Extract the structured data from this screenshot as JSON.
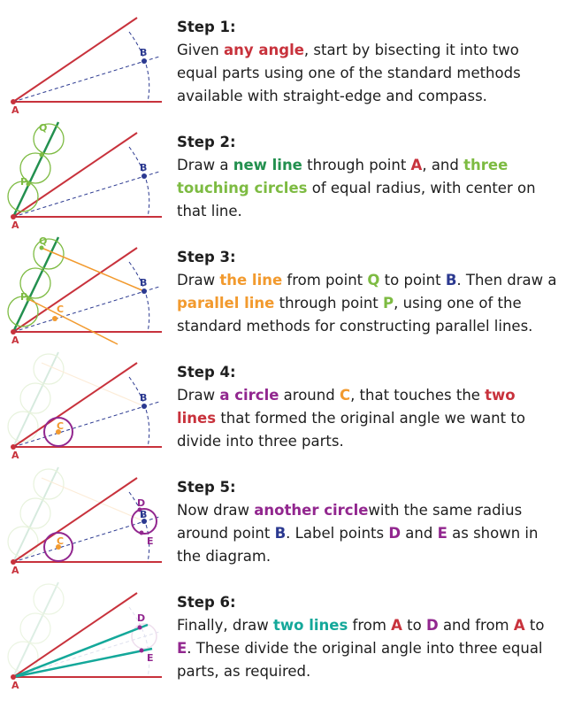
{
  "steps": [
    {
      "title": "Step 1:",
      "runs": [
        {
          "t": "Given ",
          "c": ""
        },
        {
          "t": "any angle",
          "c": "red hl"
        },
        {
          "t": ", start by bisecting it into two equal parts using one of the standard methods available with straight-edge and compass.",
          "c": ""
        }
      ]
    },
    {
      "title": "Step 2:",
      "runs": [
        {
          "t": "Draw a ",
          "c": ""
        },
        {
          "t": "new line",
          "c": "green hl"
        },
        {
          "t": " through point ",
          "c": ""
        },
        {
          "t": "A",
          "c": "red hl"
        },
        {
          "t": ", and ",
          "c": ""
        },
        {
          "t": "three touching circles",
          "c": "lgreen hl"
        },
        {
          "t": " of equal radius, with center on that line.",
          "c": ""
        }
      ]
    },
    {
      "title": "Step 3:",
      "runs": [
        {
          "t": "Draw ",
          "c": ""
        },
        {
          "t": "the line",
          "c": "orange hl"
        },
        {
          "t": " from point ",
          "c": ""
        },
        {
          "t": "Q",
          "c": "lgreen hl"
        },
        {
          "t": " to point ",
          "c": ""
        },
        {
          "t": "B",
          "c": "blue hl"
        },
        {
          "t": ". Then draw a ",
          "c": ""
        },
        {
          "t": "parallel line",
          "c": "orange hl"
        },
        {
          "t": " through point ",
          "c": ""
        },
        {
          "t": "P",
          "c": "lgreen hl"
        },
        {
          "t": ", using one of the standard methods for constructing parallel lines.",
          "c": ""
        }
      ]
    },
    {
      "title": "Step 4:",
      "runs": [
        {
          "t": "Draw ",
          "c": ""
        },
        {
          "t": "a circle",
          "c": "purple hl"
        },
        {
          "t": " around ",
          "c": ""
        },
        {
          "t": "C",
          "c": "orange hl"
        },
        {
          "t": ", that touches the ",
          "c": ""
        },
        {
          "t": "two lines",
          "c": "red hl"
        },
        {
          "t": " that formed the original angle we want to divide into three parts.",
          "c": ""
        }
      ]
    },
    {
      "title": "Step 5:",
      "runs": [
        {
          "t": "Now draw ",
          "c": ""
        },
        {
          "t": "another circle",
          "c": "purple hl"
        },
        {
          "t": "with the same radius around point ",
          "c": ""
        },
        {
          "t": "B",
          "c": "blue hl"
        },
        {
          "t": ". Label points ",
          "c": ""
        },
        {
          "t": "D",
          "c": "purple hl"
        },
        {
          "t": " and ",
          "c": ""
        },
        {
          "t": "E",
          "c": "purple hl"
        },
        {
          "t": " as shown in the diagram.",
          "c": ""
        }
      ]
    },
    {
      "title": "Step 6:",
      "runs": [
        {
          "t": "Finally, draw ",
          "c": ""
        },
        {
          "t": "two lines",
          "c": "teal hl"
        },
        {
          "t": " from ",
          "c": ""
        },
        {
          "t": "A",
          "c": "red hl"
        },
        {
          "t": " to ",
          "c": ""
        },
        {
          "t": "D",
          "c": "purple hl"
        },
        {
          "t": " and from ",
          "c": ""
        },
        {
          "t": "A",
          "c": "red hl"
        },
        {
          "t": " to ",
          "c": ""
        },
        {
          "t": "E",
          "c": "purple hl"
        },
        {
          "t": ". These divide the original angle into three equal parts, as required.",
          "c": ""
        }
      ]
    }
  ],
  "labels": {
    "a": "A",
    "b": "B",
    "p": "P",
    "q": "Q",
    "c": "C",
    "d": "D",
    "e": "E"
  },
  "colors": {
    "red": "#c8323c",
    "green": "#23904f",
    "light_green": "#7dbb42",
    "orange": "#f29a2e",
    "blue": "#2b3990",
    "purple": "#92278f",
    "teal": "#14a89a"
  }
}
